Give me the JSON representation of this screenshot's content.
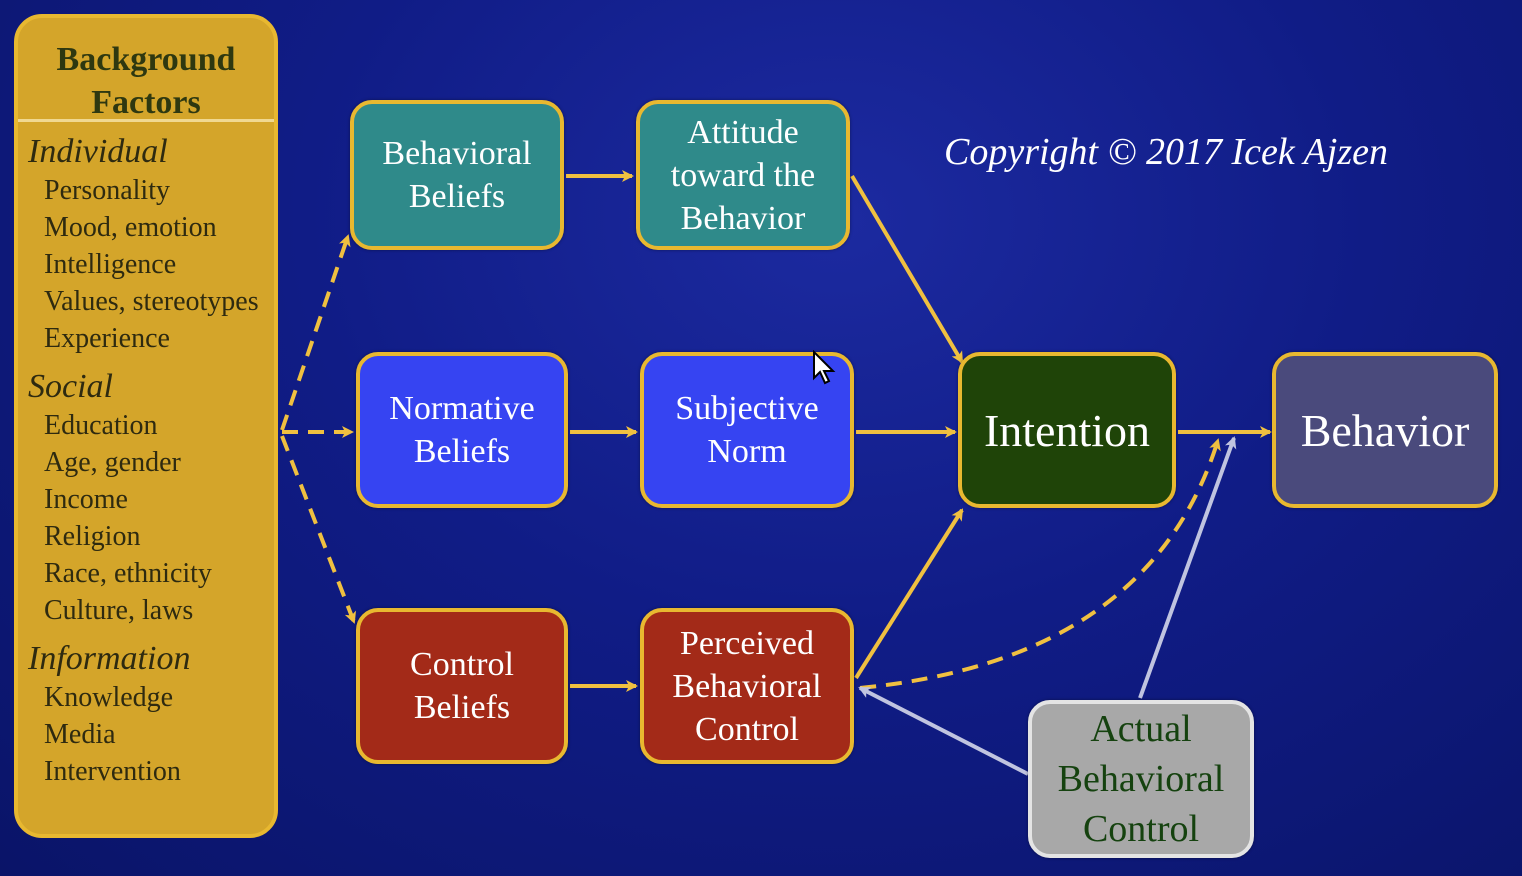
{
  "background": {
    "title": "Background\nFactors",
    "sections": [
      {
        "heading": "Individual",
        "items": [
          "Personality",
          "Mood, emotion",
          "Intelligence",
          "Values, stereotypes",
          "Experience"
        ]
      },
      {
        "heading": "Social",
        "items": [
          "Education",
          "Age, gender",
          "Income",
          "Religion",
          "Race, ethnicity",
          "Culture, laws"
        ]
      },
      {
        "heading": "Information",
        "items": [
          "Knowledge",
          "Media",
          "Intervention"
        ]
      }
    ]
  },
  "nodes": {
    "behavioral_beliefs": "Behavioral\nBeliefs",
    "attitude": "Attitude\ntoward the\nBehavior",
    "normative_beliefs": "Normative\nBeliefs",
    "subjective_norm": "Subjective\nNorm",
    "control_beliefs": "Control\nBeliefs",
    "perceived_control": "Perceived\nBehavioral\nControl",
    "intention": "Intention",
    "behavior": "Behavior",
    "actual_control": "Actual\nBehavioral\nControl"
  },
  "copyright": "Copyright © 2017 Icek Ajzen",
  "colors": {
    "arrow": "#f0c040",
    "arrow_gray": "#c0c4e0",
    "teal": "#2f8a8a",
    "blue": "#3644f2",
    "red": "#a32a18",
    "green": "#1f4408",
    "purple": "#4a4a7c",
    "gray": "#a8a8a8"
  },
  "icons": {
    "cursor": "mouse-pointer-icon"
  }
}
